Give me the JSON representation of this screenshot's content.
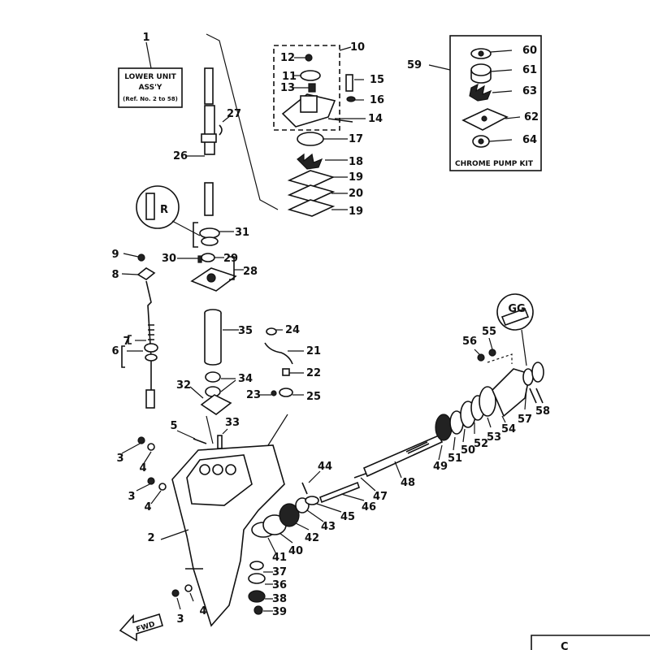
{
  "labels": {
    "lower_unit_box": {
      "line1": "LOWER UNIT",
      "line2": "ASS'Y",
      "line3": "(Ref. No. 2 to 58)"
    },
    "chrome_pump_kit": "CHROME PUMP KIT",
    "fwd": "FWD",
    "marker_r": "R",
    "marker_gg": "GG",
    "corner_mark": "C"
  },
  "callouts": [
    {
      "id": "c1",
      "text": "1"
    },
    {
      "id": "c2",
      "text": "2"
    },
    {
      "id": "c3a",
      "text": "3"
    },
    {
      "id": "c3b",
      "text": "3"
    },
    {
      "id": "c3c",
      "text": "3"
    },
    {
      "id": "c4a",
      "text": "4"
    },
    {
      "id": "c4b",
      "text": "4"
    },
    {
      "id": "c4c",
      "text": "4"
    },
    {
      "id": "c5",
      "text": "5"
    },
    {
      "id": "c6",
      "text": "6"
    },
    {
      "id": "c7",
      "text": "7"
    },
    {
      "id": "c8",
      "text": "8"
    },
    {
      "id": "c9",
      "text": "9"
    },
    {
      "id": "c10",
      "text": "10"
    },
    {
      "id": "c11",
      "text": "11"
    },
    {
      "id": "c12",
      "text": "12"
    },
    {
      "id": "c13",
      "text": "13"
    },
    {
      "id": "c14",
      "text": "14"
    },
    {
      "id": "c15",
      "text": "15"
    },
    {
      "id": "c16",
      "text": "16"
    },
    {
      "id": "c17",
      "text": "17"
    },
    {
      "id": "c18",
      "text": "18"
    },
    {
      "id": "c19a",
      "text": "19"
    },
    {
      "id": "c20",
      "text": "20"
    },
    {
      "id": "c19b",
      "text": "19"
    },
    {
      "id": "c21",
      "text": "21"
    },
    {
      "id": "c22",
      "text": "22"
    },
    {
      "id": "c23",
      "text": "23"
    },
    {
      "id": "c24",
      "text": "24"
    },
    {
      "id": "c25",
      "text": "25"
    },
    {
      "id": "c26",
      "text": "26"
    },
    {
      "id": "c27",
      "text": "27"
    },
    {
      "id": "c28",
      "text": "28"
    },
    {
      "id": "c29",
      "text": "29"
    },
    {
      "id": "c30",
      "text": "30"
    },
    {
      "id": "c31",
      "text": "31"
    },
    {
      "id": "c32",
      "text": "32"
    },
    {
      "id": "c33",
      "text": "33"
    },
    {
      "id": "c34",
      "text": "34"
    },
    {
      "id": "c35",
      "text": "35"
    },
    {
      "id": "c36",
      "text": "36"
    },
    {
      "id": "c37",
      "text": "37"
    },
    {
      "id": "c38",
      "text": "38"
    },
    {
      "id": "c39",
      "text": "39"
    },
    {
      "id": "c40",
      "text": "40"
    },
    {
      "id": "c41",
      "text": "41"
    },
    {
      "id": "c42",
      "text": "42"
    },
    {
      "id": "c43",
      "text": "43"
    },
    {
      "id": "c44",
      "text": "44"
    },
    {
      "id": "c45",
      "text": "45"
    },
    {
      "id": "c46",
      "text": "46"
    },
    {
      "id": "c47",
      "text": "47"
    },
    {
      "id": "c48",
      "text": "48"
    },
    {
      "id": "c49",
      "text": "49"
    },
    {
      "id": "c50",
      "text": "50"
    },
    {
      "id": "c51",
      "text": "51"
    },
    {
      "id": "c52",
      "text": "52"
    },
    {
      "id": "c53",
      "text": "53"
    },
    {
      "id": "c54",
      "text": "54"
    },
    {
      "id": "c55",
      "text": "55"
    },
    {
      "id": "c56",
      "text": "56"
    },
    {
      "id": "c57",
      "text": "57"
    },
    {
      "id": "c58",
      "text": "58"
    },
    {
      "id": "c59",
      "text": "59"
    },
    {
      "id": "c60",
      "text": "60"
    },
    {
      "id": "c61",
      "text": "61"
    },
    {
      "id": "c62",
      "text": "62"
    },
    {
      "id": "c63",
      "text": "63"
    },
    {
      "id": "c64",
      "text": "64"
    }
  ]
}
